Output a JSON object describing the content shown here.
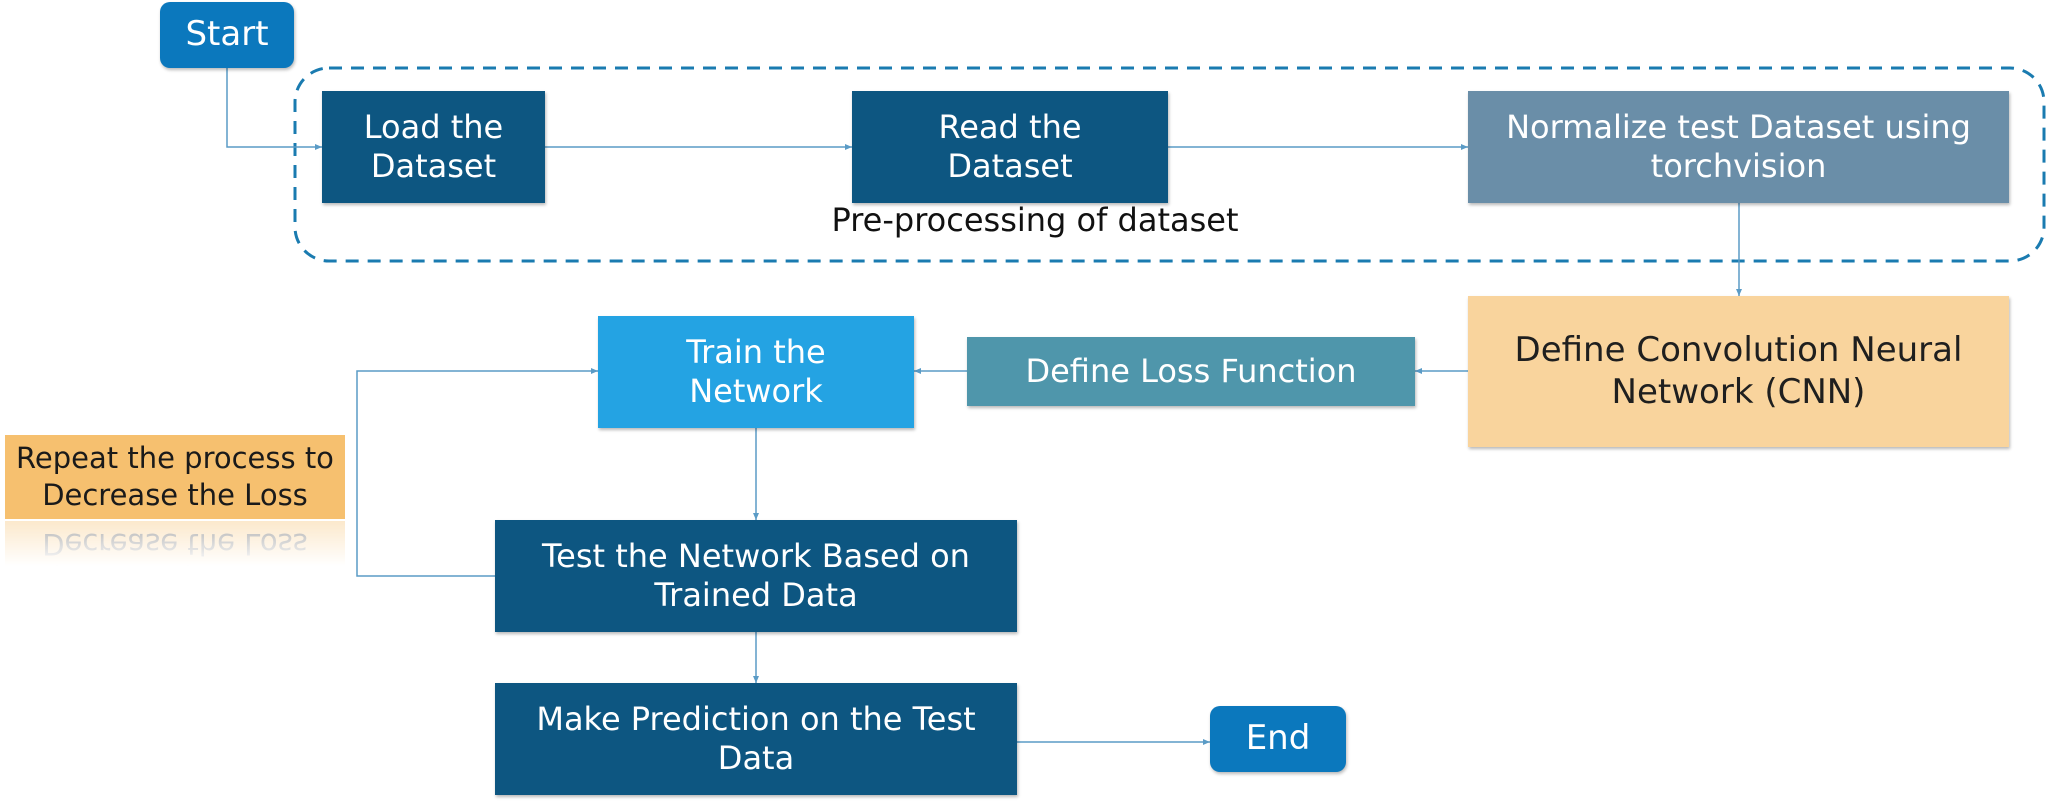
{
  "nodes": {
    "start": "Start",
    "load": "Load the\nDataset",
    "read": "Read the\nDataset",
    "normalize": "Normalize test Dataset using\ntorchvision",
    "define_cnn": "Define Convolution Neural\nNetwork (CNN)",
    "define_loss": "Define Loss Function",
    "train": "Train the\nNetwork",
    "test": "Test the Network Based on\nTrained Data",
    "predict": "Make Prediction on the Test\nData",
    "end": "End"
  },
  "group_label": "Pre-processing of dataset",
  "note": "Repeat the process to\nDecrease the Loss",
  "colors": {
    "terminal": "#0b78bd",
    "step_dark": "#0d5681",
    "normalize": "#6a8ea8",
    "cnn": "#f9d49d",
    "loss": "#4f96ab",
    "train": "#24a3e3",
    "note": "#f6c06f",
    "line": "#5a9bc6",
    "group_border": "#1a7bb0"
  }
}
